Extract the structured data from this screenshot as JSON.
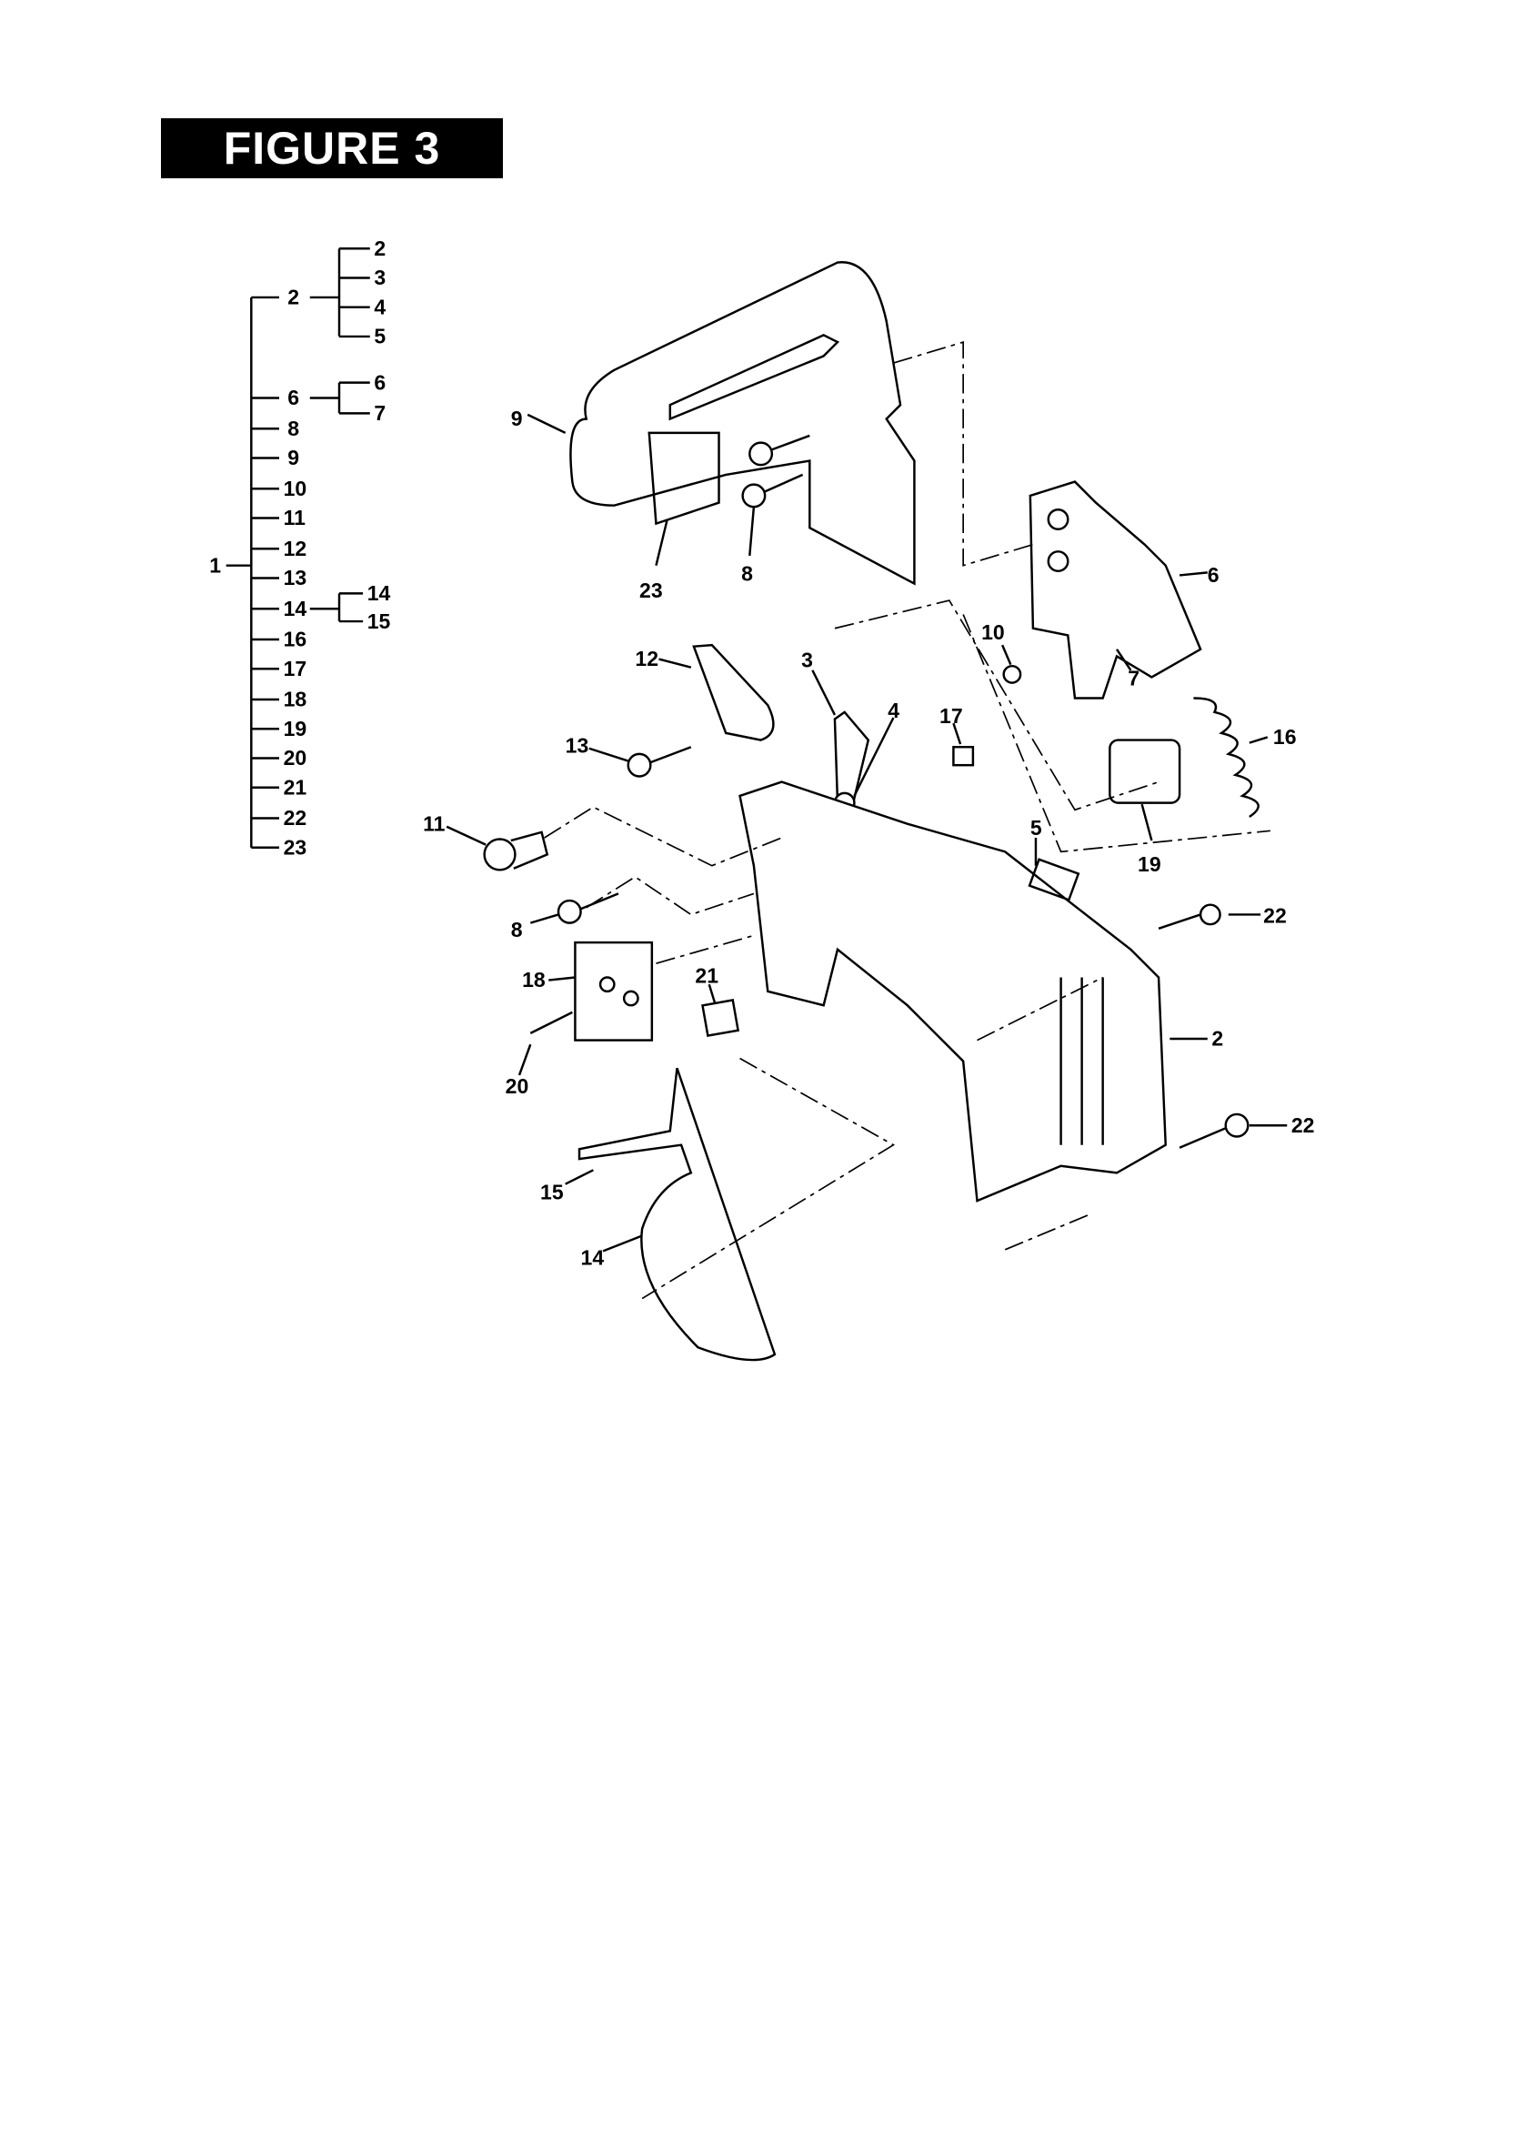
{
  "title": "FIGURE 3",
  "tree": {
    "root": "1",
    "items": [
      "2",
      "6",
      "8",
      "9",
      "10",
      "11",
      "12",
      "13",
      "14",
      "16",
      "17",
      "18",
      "19",
      "20",
      "21",
      "22",
      "23"
    ],
    "sub_2": [
      "2",
      "3",
      "4",
      "5"
    ],
    "sub_6": [
      "6",
      "7"
    ],
    "sub_14": [
      "14",
      "15"
    ]
  },
  "callouts": {
    "c9": "9",
    "c23": "23",
    "c8a": "8",
    "c6": "6",
    "c10": "10",
    "c7": "7",
    "c12": "12",
    "c3": "3",
    "c4": "4",
    "c17": "17",
    "c16": "16",
    "c13": "13",
    "c11": "11",
    "c19": "19",
    "c5": "5",
    "c8b": "8",
    "c22a": "22",
    "c18": "18",
    "c21": "21",
    "c2": "2",
    "c20": "20",
    "c22b": "22",
    "c15": "15",
    "c14": "14"
  }
}
